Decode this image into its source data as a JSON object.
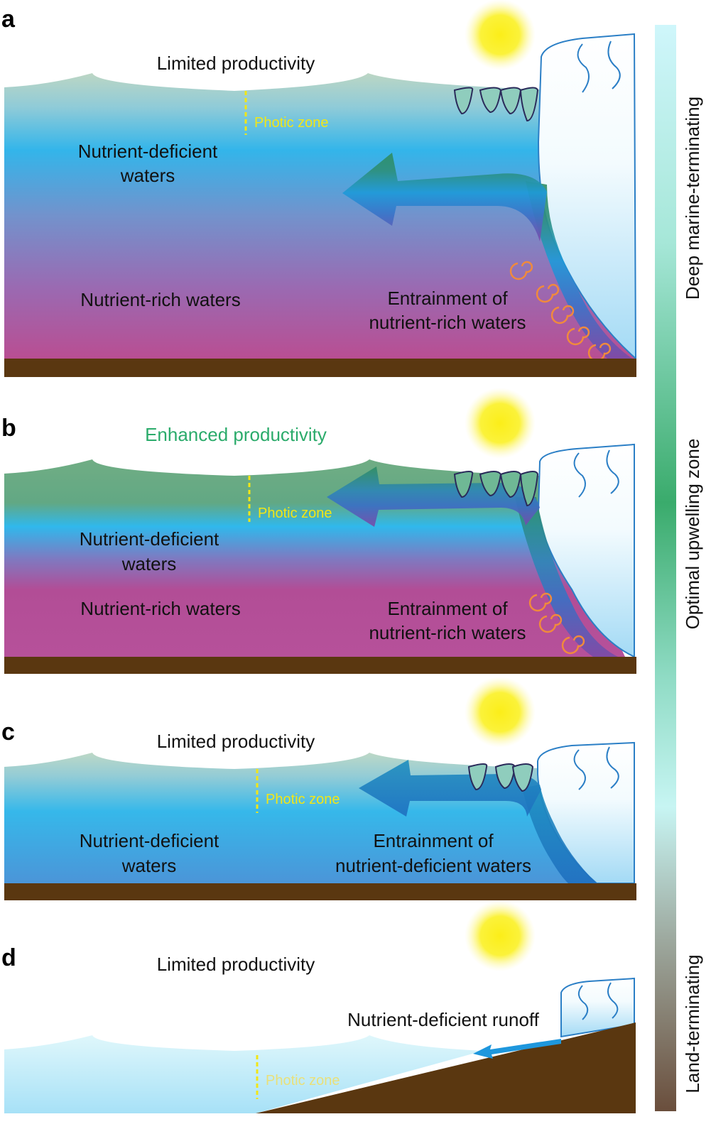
{
  "panels": [
    {
      "letter": "a",
      "productivity": "Limited productivity",
      "photic_zone": "Photic zone",
      "upper_water": "Nutrient-deficient\nwaters",
      "lower_water": "Nutrient-rich waters",
      "entrainment": "Entrainment of\nnutrient-rich waters"
    },
    {
      "letter": "b",
      "productivity": "Enhanced productivity",
      "photic_zone": "Photic zone",
      "upper_water": "Nutrient-deficient\nwaters",
      "lower_water": "Nutrient-rich waters",
      "entrainment": "Entrainment of\nnutrient-rich waters"
    },
    {
      "letter": "c",
      "productivity": "Limited productivity",
      "photic_zone": "Photic zone",
      "upper_water": "Nutrient-deficient\nwaters",
      "entrainment": "Entrainment of\nnutrient-deficient waters"
    },
    {
      "letter": "d",
      "productivity": "Limited productivity",
      "photic_zone": "Photic zone",
      "runoff": "Nutrient-deficient runoff"
    }
  ],
  "side_bar": {
    "top_label": "Deep marine-terminating",
    "middle_label": "Optimal upwelling zone",
    "bottom_label": "Land-terminating"
  },
  "colors": {
    "enhanced_productivity": "#2bab6b",
    "photic_zone": "#f2e616",
    "bedrock": "#5a3710",
    "glacier_outline": "#2b7fc6",
    "swirl": "#f08a3c"
  }
}
